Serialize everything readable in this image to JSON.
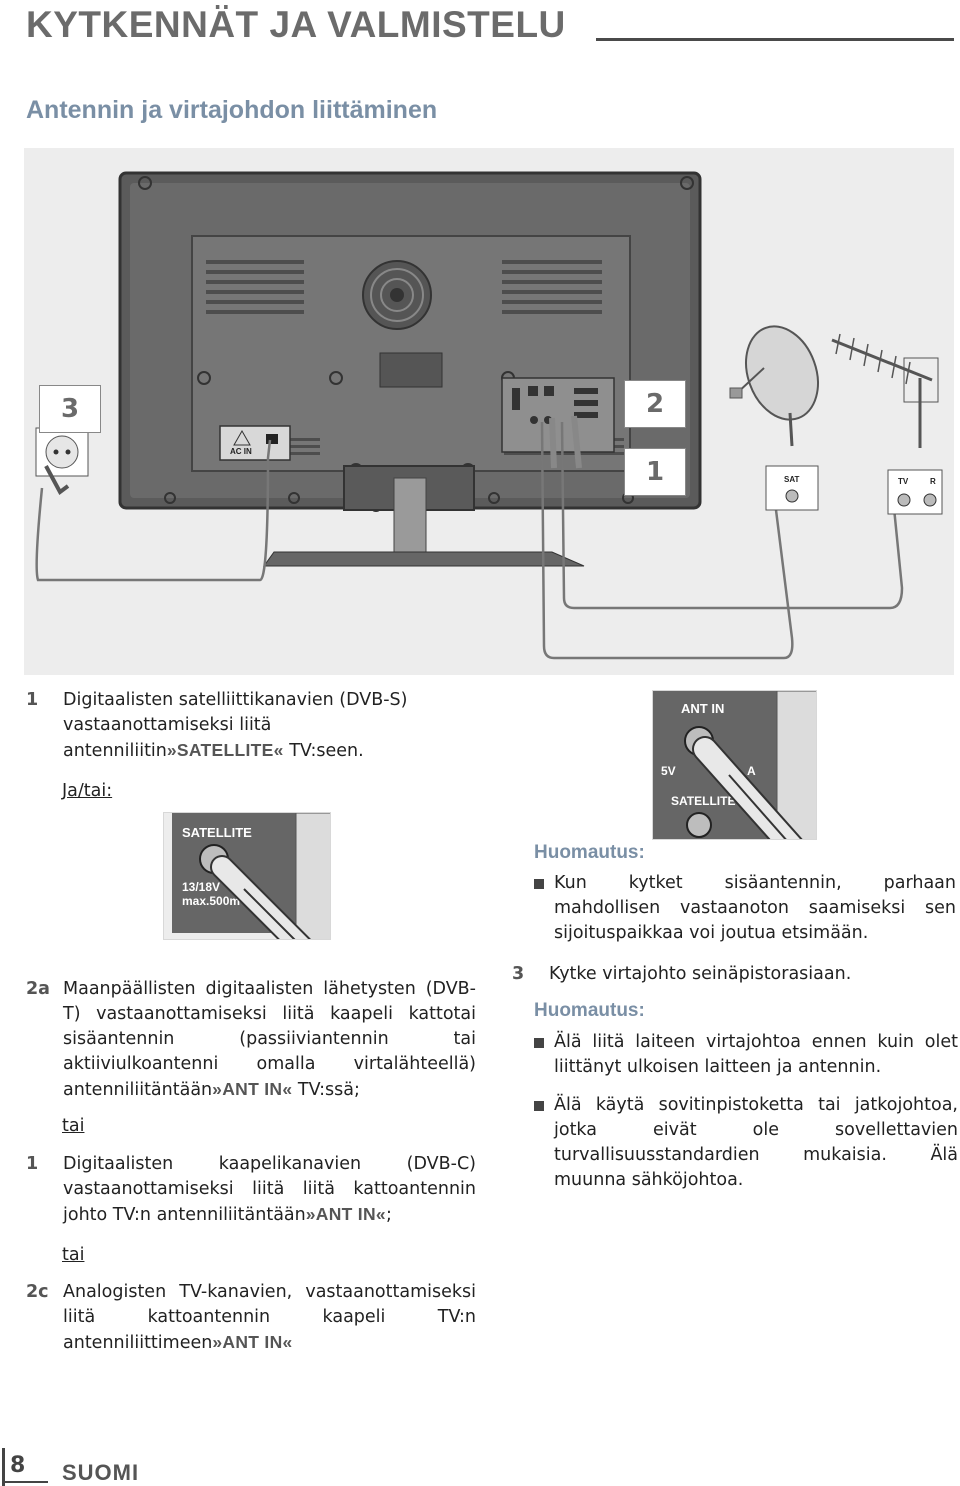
{
  "header": {
    "title": "KYTKENNÄT JA VALMISTELU",
    "subtitle": "Antennin ja virtajohdon liittäminen"
  },
  "figure": {
    "callouts": [
      "3",
      "2",
      "1"
    ],
    "tv_labels": {
      "ac_in": "AC IN"
    },
    "wall_labels": {
      "sat": "SAT",
      "tv": "TV",
      "r": "R"
    }
  },
  "inset_ant": {
    "ant_in": "ANT IN",
    "voltage": "5V",
    "voltage_suffix": "A",
    "satellite": "SATELLITE"
  },
  "inset_sat": {
    "satellite": "SATELLITE",
    "line1": "13/18V",
    "line2": "max.500m"
  },
  "left_col": {
    "item1": {
      "num": "1",
      "text_a": "Digitaalisten satelliittikanavien (DVB-S) vastaanottamiseksi liitä antenniliitin",
      "ui": "»SATELLITE«",
      "text_b": " TV:seen."
    },
    "ja_tai": "Ja/tai:",
    "item2a": {
      "num": "2a",
      "text_a": "Maanpäällisten digitaalisten lähetysten (DVB-T) vastaanottamiseksi liitä kaapeli kattotai sisäantennin (passiiviantennin tai aktiiviulkoantenni omalla virtalähteellä) antenniliitäntään",
      "ui": "»ANT IN«",
      "text_b": " TV:ssä;"
    },
    "tai1": "tai",
    "item1b": {
      "num": "1",
      "text_a": "Digitaalisten kaapelikanavien (DVB-C) vastaanottamiseksi liitä liitä kattoantennin johto TV:n antenniliitäntään",
      "ui": "»ANT IN«",
      "text_b": ";"
    },
    "tai2": "tai",
    "item2c": {
      "num": "2c",
      "text_a": "Analogisten TV-kanavien, vastaanottamiseksi liitä kattoantennin kaapeli TV:n antenniliittimeen",
      "ui": "»ANT IN«",
      "text_b": ""
    }
  },
  "right_col": {
    "note1_head": "Huomautus:",
    "note1_text": "Kun kytket sisäantennin, parhaan mahdollisen vastaanoton saamiseksi sen sijoituspaikkaa voi joutua etsimään.",
    "item3": {
      "num": "3",
      "text": "Kytke virtajohto seinäpistorasiaan."
    },
    "note2_head": "Huomautus:",
    "note2_bullets": [
      "Älä liitä laiteen virtajohtoa ennen kuin olet liittänyt ulkoisen laitteen ja antennin.",
      "Älä käytä sovitinpistoketta tai jatkojohtoa, jotka eivät ole sovellettavien turvallisuusstandardien mukaisia. Älä muunna sähköjohtoa."
    ]
  },
  "footer": {
    "page": "8",
    "language": "SUOMI"
  }
}
